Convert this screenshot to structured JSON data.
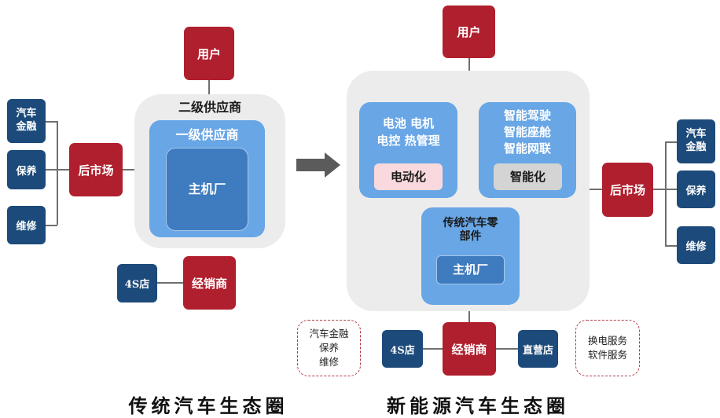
{
  "traditional": {
    "user": "用户",
    "tier2": "二级供应商",
    "tier1": "一级供应商",
    "oem": "主机厂",
    "aftermarket": "后市场",
    "aftermarket_services": [
      "汽车\n金融",
      "保养",
      "维修"
    ],
    "dealer": "经销商",
    "dealer_4s": "4S店",
    "caption": "传统汽车生态圈"
  },
  "new_energy": {
    "user": "用户",
    "electric": {
      "lines": [
        "电池 电机",
        "电控 热管理"
      ],
      "tag": "电动化"
    },
    "intelligent": {
      "lines": [
        "智能驾驶",
        "智能座舱",
        "智能网联"
      ],
      "tag": "智能化"
    },
    "parts": {
      "title": "传统汽车零\n部件",
      "oem": "主机厂"
    },
    "aftermarket": "后市场",
    "aftermarket_services": [
      "汽车\n金融",
      "保养",
      "维修"
    ],
    "dealer": "经销商",
    "dealer_4s": "4S店",
    "direct_store": "直营店",
    "note_left": "汽车金融\n保养\n维修",
    "note_right": "换电服务\n软件服务",
    "caption": "新能源汽车生态圈"
  },
  "colors": {
    "red": "#b01f2e",
    "navy": "#1c4a7a",
    "light_blue": "#68a6e6",
    "mid_blue": "#3e7bbf",
    "panel_gray": "#ececec",
    "pink_tag": "#f9d9dd",
    "gray_tag": "#d4d4d4",
    "arrow": "#5b5b5b"
  },
  "icons": {
    "transition": "right-arrow-icon"
  }
}
